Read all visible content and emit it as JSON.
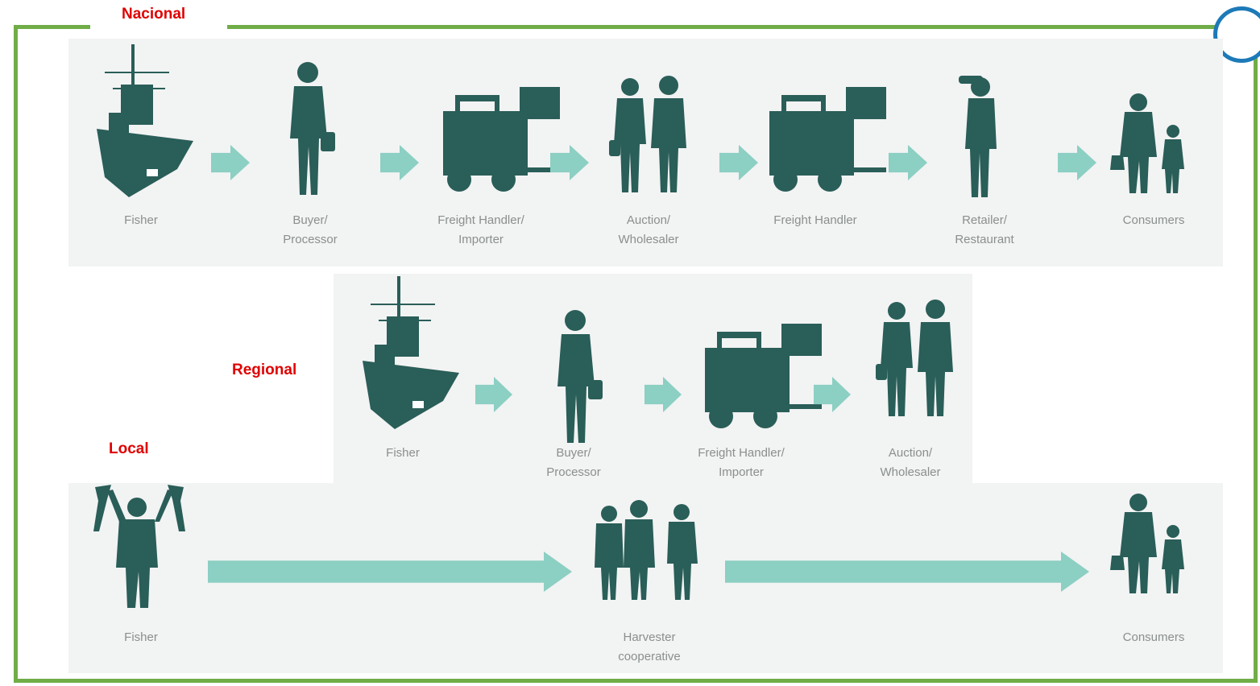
{
  "tiers": {
    "nacional": "Nacional",
    "regional": "Regional",
    "local": "Local"
  },
  "colors": {
    "silhouette": "#2a5e58",
    "arrow": "#8ccfc3",
    "frame": "#70ad47",
    "tier_label": "#e00000",
    "caption": "#8a8f8e"
  },
  "nacional_chain": [
    {
      "icon": "boat-icon",
      "label": "Fisher"
    },
    {
      "icon": "person-briefcase-icon",
      "label": "Buyer/\nProcessor"
    },
    {
      "icon": "forklift-icon",
      "label": "Freight Handler/\nImporter"
    },
    {
      "icon": "two-men-icon",
      "label": "Auction/\nWholesaler"
    },
    {
      "icon": "forklift-icon",
      "label": "Freight Handler"
    },
    {
      "icon": "person-drinking-icon",
      "label": "Retailer/\nRestaurant"
    },
    {
      "icon": "family-icon",
      "label": "Consumers"
    }
  ],
  "regional_chain": [
    {
      "icon": "boat-icon",
      "label": "Fisher"
    },
    {
      "icon": "person-briefcase-icon",
      "label": "Buyer/\nProcessor"
    },
    {
      "icon": "forklift-icon",
      "label": "Freight Handler/\nImporter"
    },
    {
      "icon": "two-men-icon",
      "label": "Auction/\nWholesaler"
    }
  ],
  "local_chain": [
    {
      "icon": "fisher-holding-fish-icon",
      "label": "Fisher"
    },
    {
      "icon": "group-of-people-icon",
      "label": "Harvester\ncooperative"
    },
    {
      "icon": "family-icon",
      "label": "Consumers"
    }
  ]
}
